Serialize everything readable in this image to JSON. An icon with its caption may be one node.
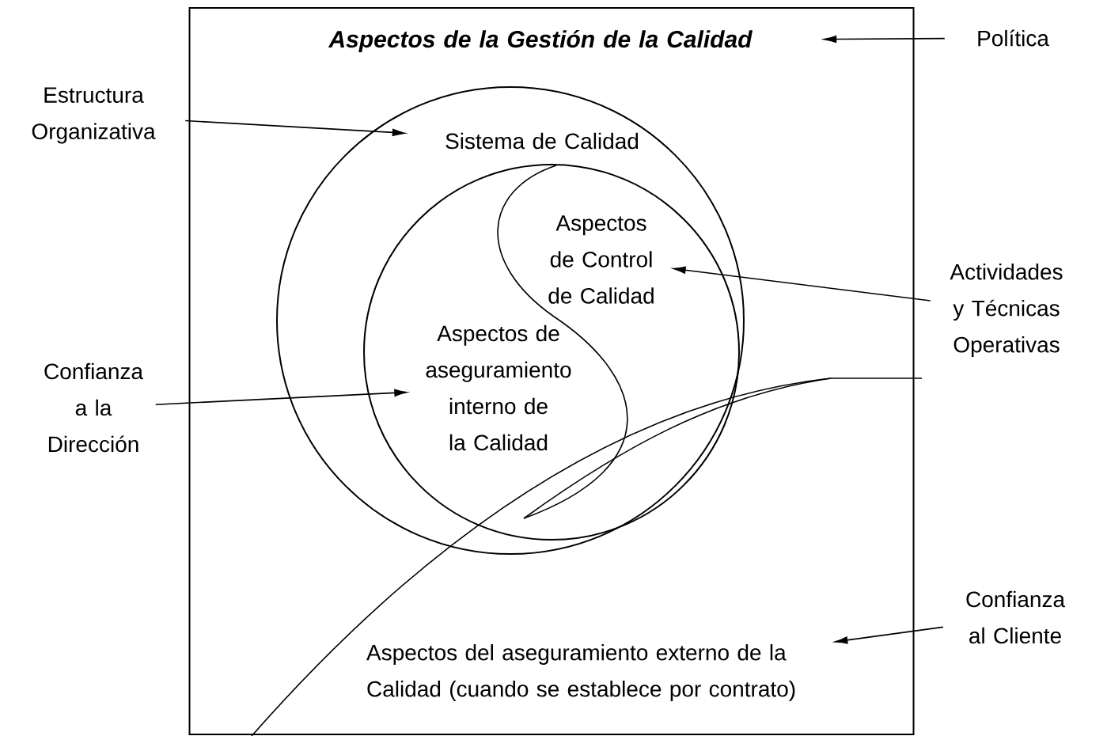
{
  "diagram": {
    "nodes": [
      {
        "text": [],
        "shape": "box"
      },
      {
        "text": [
          "Aspectos de la Gestión de la Calidad"
        ],
        "in": 0
      },
      {
        "text": [],
        "shape": "circle",
        "in": 0
      },
      {
        "text": [
          "Sistema de Calidad"
        ],
        "in": 2
      },
      {
        "text": [],
        "shape": "circle",
        "in": 2
      },
      {
        "text": [
          "Aspectos de Control de Calidad"
        ],
        "in": 4
      },
      {
        "text": [
          "Aspectos de aseguramiento interno de la Calidad"
        ],
        "in": 4
      },
      {
        "text": [
          "Aspectos del aseguramiento externo de la Calidad (cuando se establece por contrato)"
        ],
        "in": 0
      },
      {
        "text": [
          "Política"
        ]
      },
      {
        "text": [
          "Estructura Organizativa"
        ]
      },
      {
        "text": [
          "Actividades y Técnicas Operativas"
        ]
      },
      {
        "text": [
          "Confianza a la Dirección"
        ]
      },
      {
        "text": [
          "Confianza al Cliente"
        ]
      }
    ],
    "edges": [
      {
        "from": 8,
        "to": 1,
        "arrow": "to"
      },
      {
        "from": 9,
        "to": 3,
        "arrow": "to"
      },
      {
        "from": 10,
        "to": 5,
        "arrow": "to"
      },
      {
        "from": 11,
        "to": 6,
        "arrow": "to"
      },
      {
        "from": 12,
        "to": 7,
        "arrow": "to"
      }
    ]
  }
}
